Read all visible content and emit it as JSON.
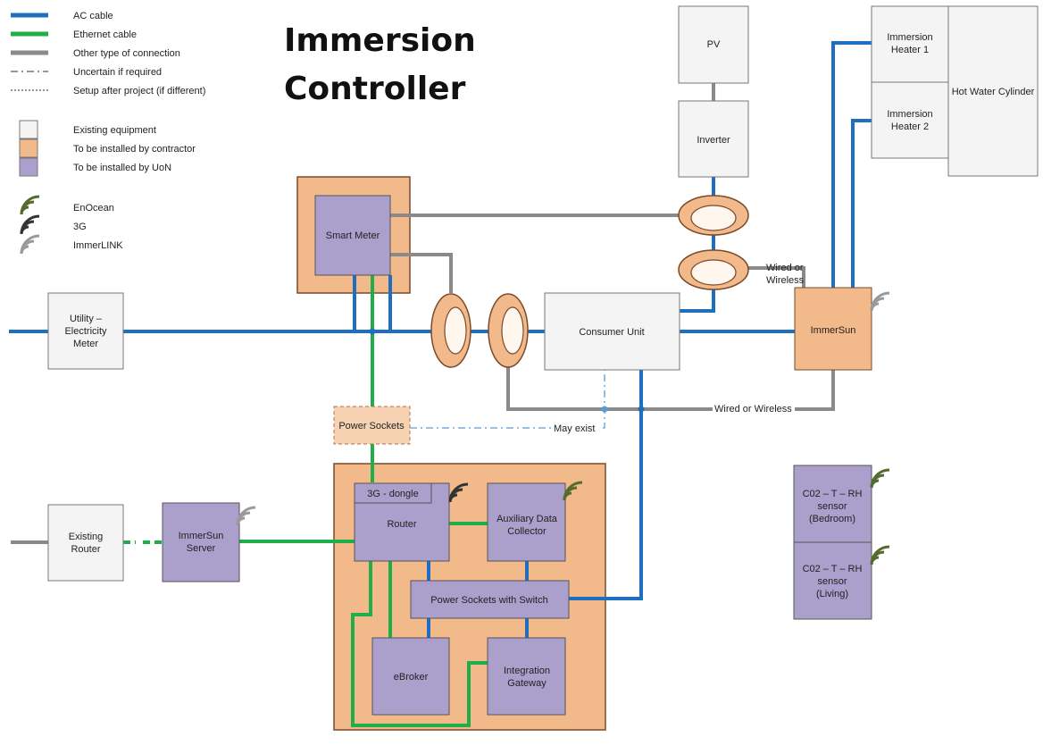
{
  "title": {
    "line1": "Immersion",
    "line2": "Controller"
  },
  "legend": {
    "lines": [
      {
        "label": "AC cable",
        "color": "#1f6fc0"
      },
      {
        "label": "Ethernet cable",
        "color": "#1fae4a"
      },
      {
        "label": "Other type of connection",
        "color": "#8a8a8a"
      },
      {
        "label": "Uncertain if required"
      },
      {
        "label": "Setup after project (if different)"
      }
    ],
    "boxes": [
      {
        "label": "Existing equipment",
        "color": "#f4f4f4"
      },
      {
        "label": "To be installed by contractor",
        "color": "#f2b98a"
      },
      {
        "label": "To be installed by UoN",
        "color": "#ab9fcc"
      }
    ],
    "wireless": [
      {
        "label": "EnOcean",
        "color": "#556b2f"
      },
      {
        "label": "3G",
        "color": "#333333"
      },
      {
        "label": "ImmerLINK",
        "color": "#9a9a9a"
      }
    ]
  },
  "nodes": {
    "pv": "PV",
    "inverter": "Inverter",
    "immersion_heater_1": [
      "Immersion",
      "Heater 1"
    ],
    "immersion_heater_2": [
      "Immersion",
      "Heater 2"
    ],
    "hot_water_cylinder": "Hot Water Cylinder",
    "smart_meter": "Smart Meter",
    "utility_meter": [
      "Utility –",
      "Electricity",
      "Meter"
    ],
    "consumer_unit": "Consumer Unit",
    "immersun": "ImmerSun",
    "power_sockets": "Power Sockets",
    "dongle": "3G - dongle",
    "router": "Router",
    "aux_collector": [
      "Auxiliary Data",
      "Collector"
    ],
    "existing_router": [
      "Existing",
      "Router"
    ],
    "immersun_server": [
      "ImmerSun",
      "Server"
    ],
    "power_sockets_switch": "Power Sockets with Switch",
    "ebroker": "eBroker",
    "integration_gateway": [
      "Integration",
      "Gateway"
    ],
    "sensor_bedroom": [
      "C02 – T – RH",
      "sensor",
      "(Bedroom)"
    ],
    "sensor_living": [
      "C02 – T – RH",
      "sensor",
      "(Living)"
    ]
  },
  "labels": {
    "wired_or_wireless_1": [
      "Wired or",
      "Wireless"
    ],
    "wired_or_wireless_2": "Wired or Wireless",
    "may_exist": "May exist"
  },
  "colors": {
    "ac": "#1f6fc0",
    "ethernet": "#1fae4a",
    "other": "#8a8a8a",
    "existing": "#f4f4f4",
    "contractor": "#f2b98a",
    "uon": "#ab9fcc"
  }
}
